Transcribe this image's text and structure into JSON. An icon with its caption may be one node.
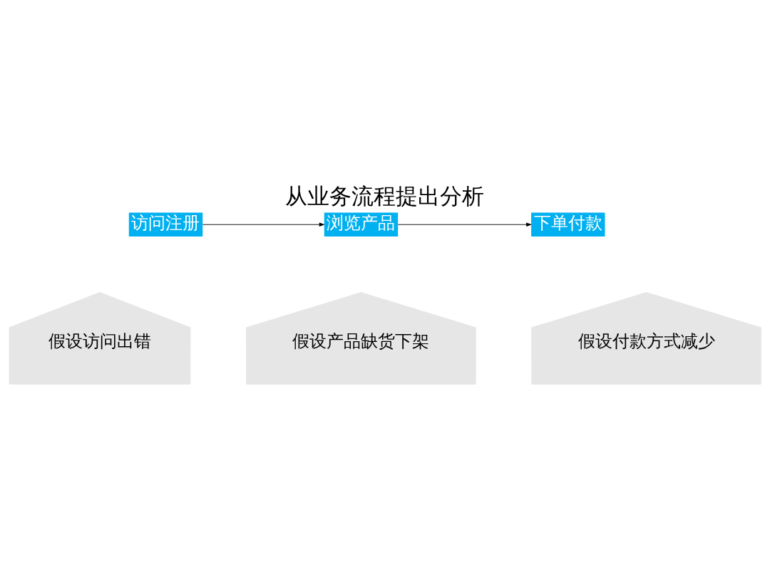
{
  "diagram": {
    "title": "从业务流程提出分析",
    "nodes": [
      {
        "text": [
          "访问注册"
        ]
      },
      {
        "text": [
          "浏览产品"
        ]
      },
      {
        "text": [
          "下单付款"
        ]
      },
      {
        "text": [
          "假设访问出错"
        ]
      },
      {
        "text": [
          "假设产品缺货下架"
        ]
      },
      {
        "text": [
          "假设付款方式减少"
        ]
      }
    ],
    "edges": [
      {
        "from": 0,
        "to": 1,
        "arrow": "to"
      },
      {
        "from": 1,
        "to": 2,
        "arrow": "to"
      }
    ]
  }
}
